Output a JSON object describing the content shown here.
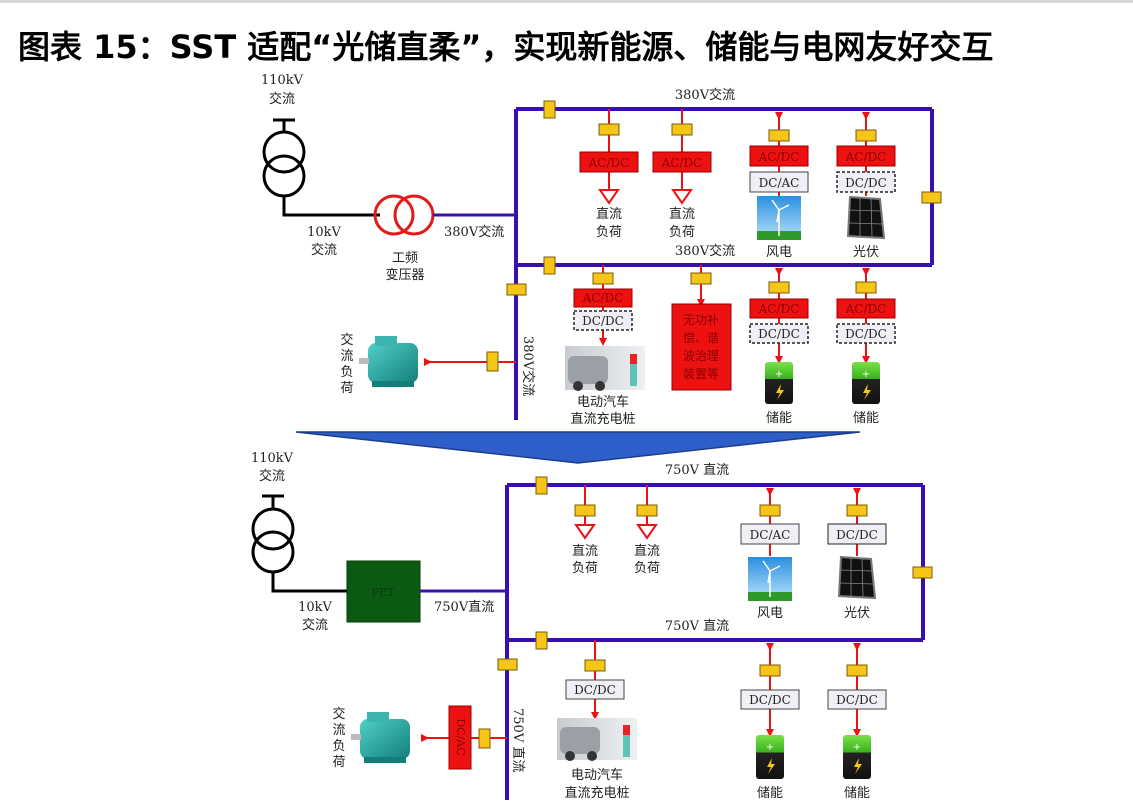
{
  "title": "图表 15：SST 适配“光储直柔”，实现新能源、储能与电网友好交互",
  "top_diagram": {
    "grid_input": "110kV",
    "grid_input_type": "交流",
    "mid_voltage": "10kV",
    "mid_voltage_type": "交流",
    "transformer_label_1": "工频",
    "transformer_label_2": "变压器",
    "output_bus": "380V交流",
    "bus_upper": "380V交流",
    "bus_lower": "380V交流",
    "bus_vertical": "380V交流",
    "converter_acdc": "AC/DC",
    "converter_dcac": "DC/AC",
    "converter_dcdc": "DC/DC",
    "dc_load_1": "直流",
    "dc_load_2": "负荷",
    "wind": "风电",
    "pv": "光伏",
    "ac_load": [
      "交",
      "流",
      "负",
      "荷"
    ],
    "ev_1": "电动汽车",
    "ev_2": "直流充电桩",
    "compensator": [
      "无功补",
      "偿、谐",
      "波治理",
      "装置等"
    ],
    "storage": "储能"
  },
  "bottom_diagram": {
    "grid_input": "110kV",
    "grid_input_type": "交流",
    "mid_voltage": "10kV",
    "mid_voltage_type": "交流",
    "sst_label": "PET",
    "output_bus": "750V直流",
    "bus_upper": "750V 直流",
    "bus_lower": "750V 直流",
    "bus_vertical": "750V 直流",
    "converter_dcac": "DC/AC",
    "converter_dcdc": "DC/DC",
    "dc_load_1": "直流",
    "dc_load_2": "负荷",
    "wind": "风电",
    "pv": "光伏",
    "ac_load": [
      "交",
      "流",
      "负",
      "荷"
    ],
    "ev_1": "电动汽车",
    "ev_2": "直流充电桩",
    "storage": "储能"
  },
  "colors": {
    "bus": "#3a0fb0",
    "converter_red": "#ee1111",
    "breaker": "#f5c518",
    "sst_green": "#0b5a12",
    "arrow": "#2e5fc8"
  }
}
